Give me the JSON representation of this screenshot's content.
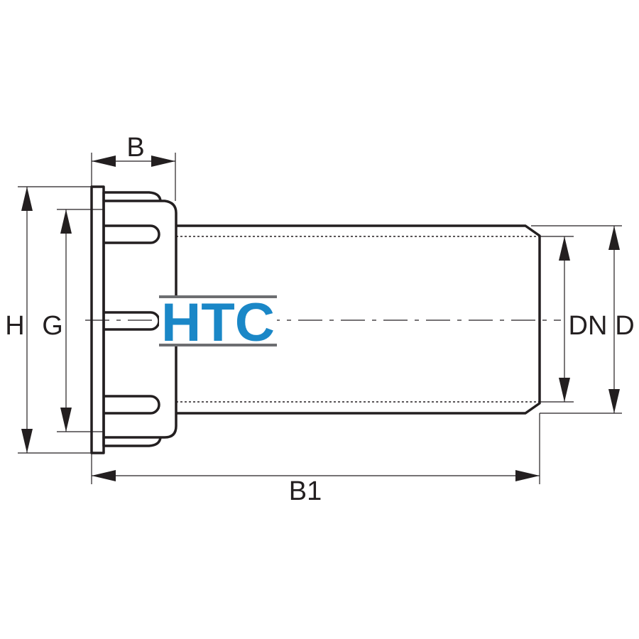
{
  "labels": {
    "B": "B",
    "B1": "B1",
    "H": "H",
    "G": "G",
    "DN": "DN",
    "D": "D"
  },
  "logo": {
    "text": "HTC",
    "color": "#1a87c7",
    "line_color": "#6d6e71"
  },
  "colors": {
    "line": "#231f20",
    "background": "#ffffff"
  }
}
